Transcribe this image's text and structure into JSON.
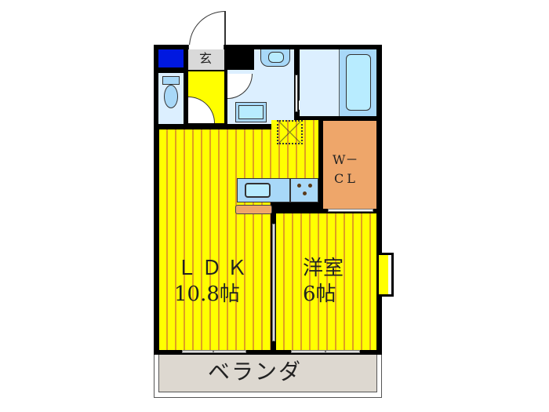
{
  "floorplan": {
    "rooms": {
      "ldk": {
        "name": "ＬＤＫ",
        "size": "10.8帖"
      },
      "western": {
        "name": "洋室",
        "size": "6帖"
      },
      "walkin_closet": {
        "line1": "W－",
        "line2": "CL"
      },
      "entrance": {
        "label": "玄"
      },
      "balcony": {
        "label": "ベランダ"
      }
    },
    "colors": {
      "floor_yellow": "#ffff00",
      "floor_stripe": "#e0a020",
      "closet_orange": "#eea66a",
      "water_area_blue": "#dcefff",
      "fixture_blue": "#a8d8f8",
      "storage_blue": "#0018e0",
      "entrance_gray": "#d9d9d9",
      "balcony_beige": "#ddd8d0",
      "wall": "#000000"
    }
  }
}
